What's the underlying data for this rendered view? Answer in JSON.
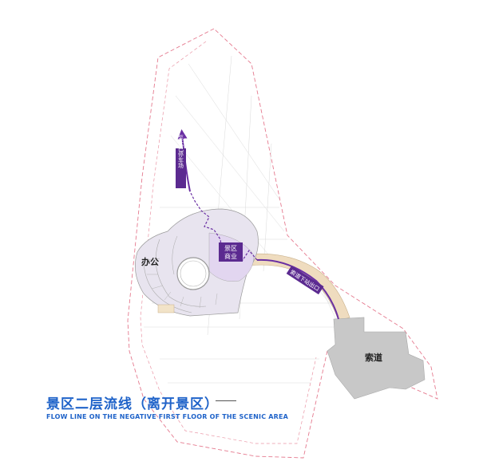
{
  "labels": {
    "office": "办公",
    "ropeway": "索道",
    "commerce_line1": "景区",
    "commerce_line2": "商业",
    "to_bus_stop": "至大巴停车场",
    "exit_downhill": "索道下站出口"
  },
  "title": {
    "cn": "景区二层流线（离开景区）",
    "en": "FLOW LINE ON THE NEGATIVE FIRST FLOOR OF THE SCENIC AREA"
  },
  "colors": {
    "flow_line": "#6a2fa3",
    "boundary": "#e57a8f",
    "title": "#1f63c9",
    "building_fill": "#e8e4ef",
    "ropeway_fill": "#c8c8c8",
    "walkway": "#efdcbf"
  }
}
